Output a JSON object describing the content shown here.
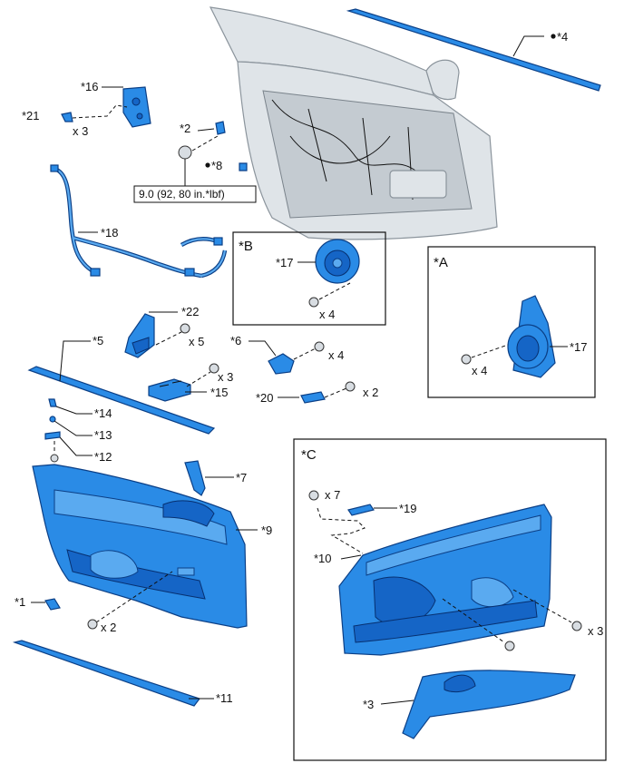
{
  "labels": {
    "p1": "*1",
    "p2": "*2",
    "p3": "*3",
    "p4": "*4",
    "p5": "*5",
    "p6": "*6",
    "p7": "*7",
    "p8": "*8",
    "p9": "*9",
    "p10": "*10",
    "p11": "*11",
    "p12": "*12",
    "p13": "*13",
    "p14": "*14",
    "p15": "*15",
    "p16": "*16",
    "p17a": "*17",
    "p17b": "*17",
    "p18": "*18",
    "p19": "*19",
    "p20": "*20",
    "p21": "*21",
    "p22": "*22"
  },
  "views": {
    "A": "*A",
    "B": "*B",
    "C": "*C"
  },
  "quantities": {
    "q21": "x 3",
    "q22": "x 5",
    "q15": "x 3",
    "q6": "x 4",
    "q20": "x 2",
    "qB": "x 4",
    "qA": "x 4",
    "q9": "x 2",
    "qC7": "x 7",
    "qC3": "x 3"
  },
  "torque": {
    "spec": "9.0 (92, 80 in.*lbf)"
  },
  "colors": {
    "part_fill": "#2a8be6",
    "part_outline": "#0b3f86",
    "door_shell": "#dfe4e8"
  }
}
